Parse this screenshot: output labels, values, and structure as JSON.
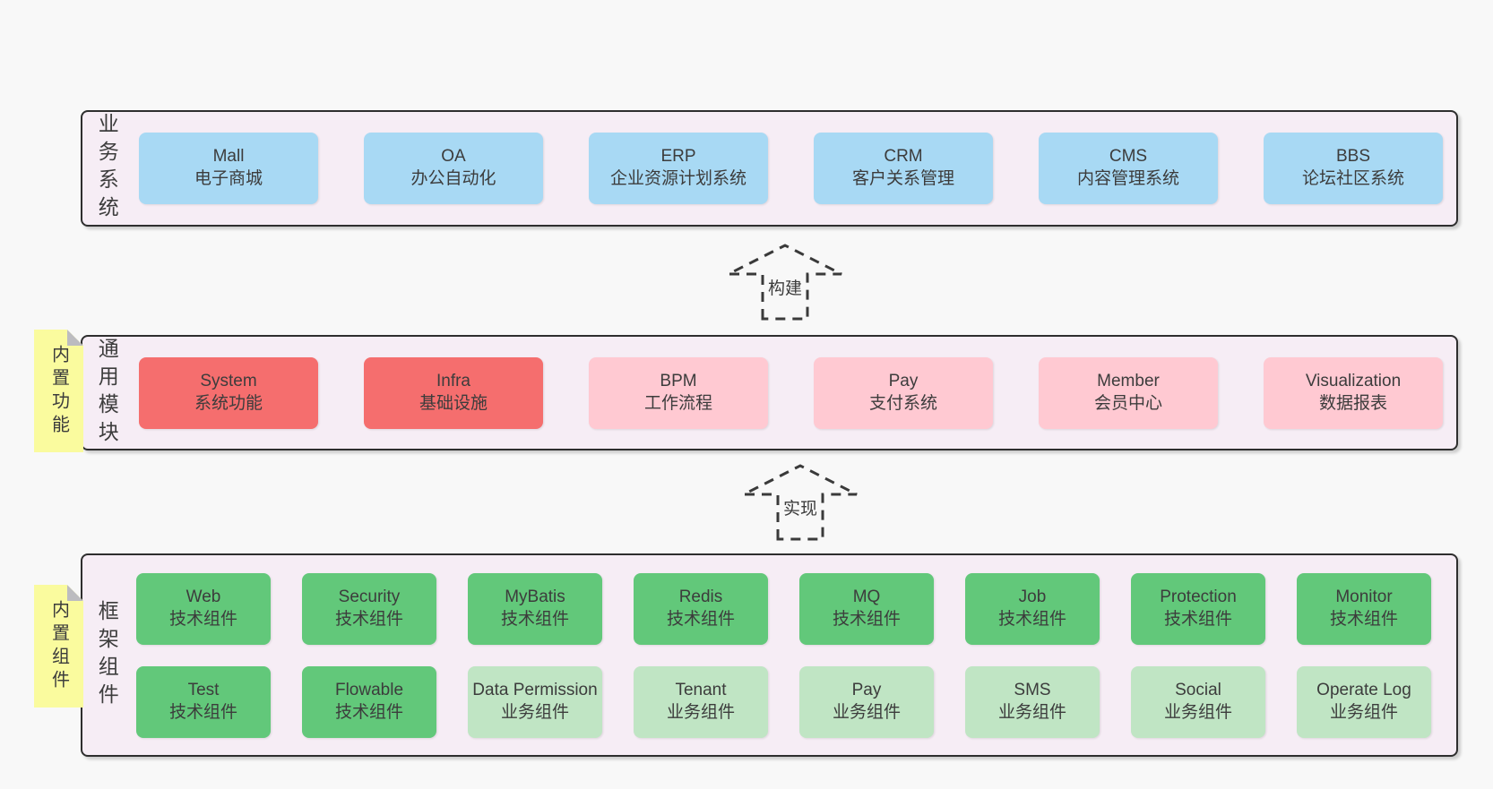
{
  "colors": {
    "page_bg": "#f8f8f8",
    "band_bg": "#f6edf5",
    "band_border": "#2e2e2e",
    "blue": "#a8d9f4",
    "red": "#f56e6e",
    "pink": "#ffc9d2",
    "green": "#62c87a",
    "light_green": "#c0e5c4",
    "note_yellow": "#fafb9e",
    "note_fold": "#bcbcc0",
    "arrow": "#3a3a3a",
    "text": "#3c3c3c"
  },
  "arrows": [
    {
      "label": "构建"
    },
    {
      "label": "实现"
    }
  ],
  "notes": [
    {
      "label": "内置功能"
    },
    {
      "label": "内置组件"
    }
  ],
  "bands": [
    {
      "label": "业务系统",
      "rows": [
        [
          {
            "title": "Mall",
            "subtitle": "电子商城",
            "color": "blue"
          },
          {
            "title": "OA",
            "subtitle": "办公自动化",
            "color": "blue"
          },
          {
            "title": "ERP",
            "subtitle": "企业资源计划系统",
            "color": "blue"
          },
          {
            "title": "CRM",
            "subtitle": "客户关系管理",
            "color": "blue"
          },
          {
            "title": "CMS",
            "subtitle": "内容管理系统",
            "color": "blue"
          },
          {
            "title": "BBS",
            "subtitle": "论坛社区系统",
            "color": "blue"
          }
        ]
      ]
    },
    {
      "label": "通用模块",
      "rows": [
        [
          {
            "title": "System",
            "subtitle": "系统功能",
            "color": "red"
          },
          {
            "title": "Infra",
            "subtitle": "基础设施",
            "color": "red"
          },
          {
            "title": "BPM",
            "subtitle": "工作流程",
            "color": "pink"
          },
          {
            "title": "Pay",
            "subtitle": "支付系统",
            "color": "pink"
          },
          {
            "title": "Member",
            "subtitle": "会员中心",
            "color": "pink"
          },
          {
            "title": "Visualization",
            "subtitle": "数据报表",
            "color": "pink"
          }
        ]
      ]
    },
    {
      "label": "框架组件",
      "rows": [
        [
          {
            "title": "Web",
            "subtitle": "技术组件",
            "color": "green"
          },
          {
            "title": "Security",
            "subtitle": "技术组件",
            "color": "green"
          },
          {
            "title": "MyBatis",
            "subtitle": "技术组件",
            "color": "green"
          },
          {
            "title": "Redis",
            "subtitle": "技术组件",
            "color": "green"
          },
          {
            "title": "MQ",
            "subtitle": "技术组件",
            "color": "green"
          },
          {
            "title": "Job",
            "subtitle": "技术组件",
            "color": "green"
          },
          {
            "title": "Protection",
            "subtitle": "技术组件",
            "color": "green"
          },
          {
            "title": "Monitor",
            "subtitle": "技术组件",
            "color": "green"
          }
        ],
        [
          {
            "title": "Test",
            "subtitle": "技术组件",
            "color": "green"
          },
          {
            "title": "Flowable",
            "subtitle": "技术组件",
            "color": "green"
          },
          {
            "title": "Data Permission",
            "subtitle": "业务组件",
            "color": "lightgreen"
          },
          {
            "title": "Tenant",
            "subtitle": "业务组件",
            "color": "lightgreen"
          },
          {
            "title": "Pay",
            "subtitle": "业务组件",
            "color": "lightgreen"
          },
          {
            "title": "SMS",
            "subtitle": "业务组件",
            "color": "lightgreen"
          },
          {
            "title": "Social",
            "subtitle": "业务组件",
            "color": "lightgreen"
          },
          {
            "title": "Operate Log",
            "subtitle": "业务组件",
            "color": "lightgreen"
          }
        ]
      ]
    }
  ]
}
